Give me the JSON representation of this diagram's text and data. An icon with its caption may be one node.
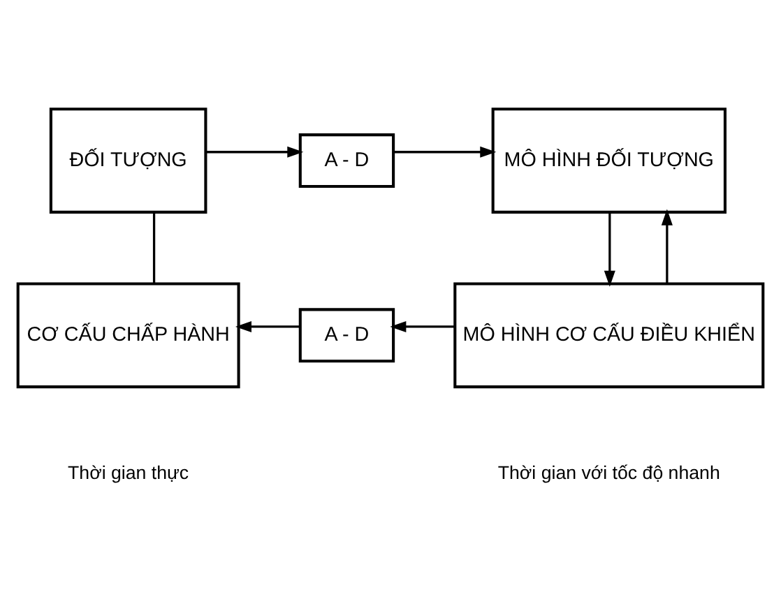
{
  "diagram": {
    "nodes": [
      {
        "text": [
          "ĐỐI TƯỢNG"
        ]
      },
      {
        "text": [
          "A - D"
        ]
      },
      {
        "text": [
          "MÔ HÌNH ĐỐI TƯỢNG"
        ]
      },
      {
        "text": [
          "CƠ CẤU CHẤP HÀNH"
        ]
      },
      {
        "text": [
          "A - D"
        ]
      },
      {
        "text": [
          "MÔ HÌNH CƠ CẤU ĐIỀU KHIỂN"
        ]
      }
    ],
    "edges": [
      {
        "from": 0,
        "to": 1,
        "arrow": "to"
      },
      {
        "from": 1,
        "to": 2,
        "arrow": "to"
      },
      {
        "from": 2,
        "to": 5,
        "arrow": "to"
      },
      {
        "from": 5,
        "to": 4,
        "arrow": "to"
      },
      {
        "from": 5,
        "to": 2,
        "arrow": "to"
      },
      {
        "from": 4,
        "to": 3,
        "arrow": "to"
      },
      {
        "from": 3,
        "to": 0,
        "arrow": "none"
      }
    ],
    "labels": [
      "Thời gian thực",
      "Thời gian với tốc độ nhanh"
    ]
  }
}
